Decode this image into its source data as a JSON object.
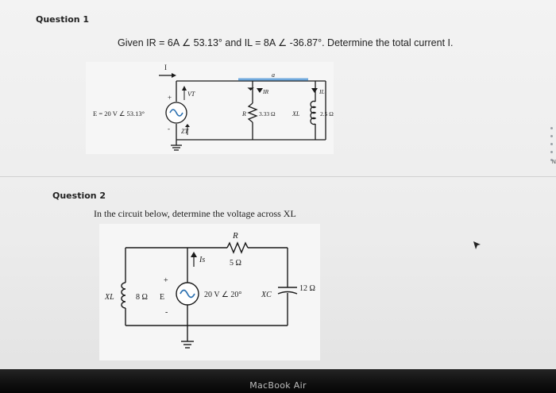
{
  "question1": {
    "label": "Question 1",
    "prompt": "Given IR = 6A ∠ 53.13° and IL = 8A ∠ -36.87°. Determine the total current I.",
    "circuit": {
      "current_I": "I",
      "node_a": "a",
      "source": "E = 20 V ∠ 53.13°",
      "plus": "+",
      "minus": "-",
      "VT": "VT",
      "ZT": "ZT",
      "IR": "IR",
      "IL": "IL",
      "R_label": "R",
      "R_value": "3.33 Ω",
      "XL_label": "XL",
      "XL_value": "2.5 Ω"
    }
  },
  "question2": {
    "label": "Question 2",
    "prompt": "In the circuit below, determine the voltage across XL",
    "circuit": {
      "R_label": "R",
      "R_value": "5 Ω",
      "Is": "Is",
      "plus": "+",
      "minus": "-",
      "XL_label": "XL",
      "XL_value": "8 Ω",
      "E_label": "E",
      "source": "20 V ∠ 20°",
      "XC_label": "XC",
      "XC_value": "12 Ω"
    }
  },
  "edge_text": "N",
  "bezel_brand": "MacBook Air"
}
